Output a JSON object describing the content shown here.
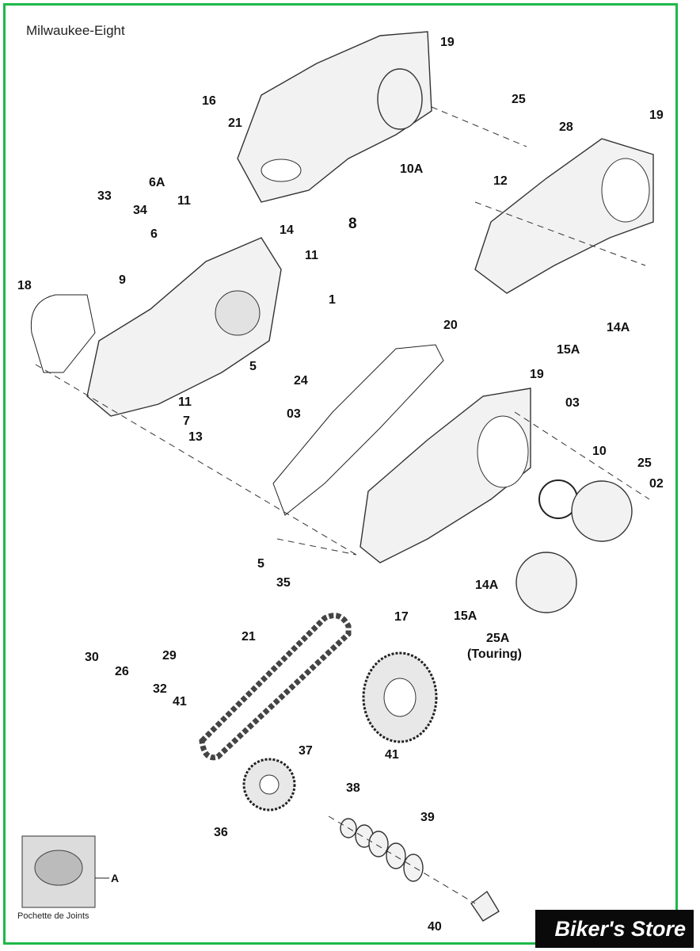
{
  "title": "Milwaukee-Eight",
  "labels": {
    "l1": "1",
    "l2": "02",
    "l3a": "03",
    "l3b": "03",
    "l5a": "5",
    "l5b": "5",
    "l6": "6",
    "l6a": "6A",
    "l7": "7",
    "l8": "8",
    "l9": "9",
    "l10": "10",
    "l10a": "10A",
    "l11a": "11",
    "l11b": "11",
    "l11c": "11",
    "l12": "12",
    "l13": "13",
    "l14": "14",
    "l14a1": "14A",
    "l14a2": "14A",
    "l15a1": "15A",
    "l15a2": "15A",
    "l16": "16",
    "l17": "17",
    "l18": "18",
    "l19a": "19",
    "l19b": "19",
    "l19c": "19",
    "l20": "20",
    "l21a": "21",
    "l21b": "21",
    "l24": "24",
    "l25a": "25",
    "l25b": "25",
    "l25A": "25A",
    "l25At": "(Touring)",
    "l26": "26",
    "l28": "28",
    "l29": "29",
    "l30": "30",
    "l32": "32",
    "l33": "33",
    "l34": "34",
    "l35": "35",
    "l36": "36",
    "l37": "37",
    "l38": "38",
    "l39": "39",
    "l40": "40",
    "l41a": "41",
    "l41b": "41"
  },
  "kit": {
    "caption": "Pochette de Joints",
    "label": "A"
  },
  "brand": "Biker's Store"
}
